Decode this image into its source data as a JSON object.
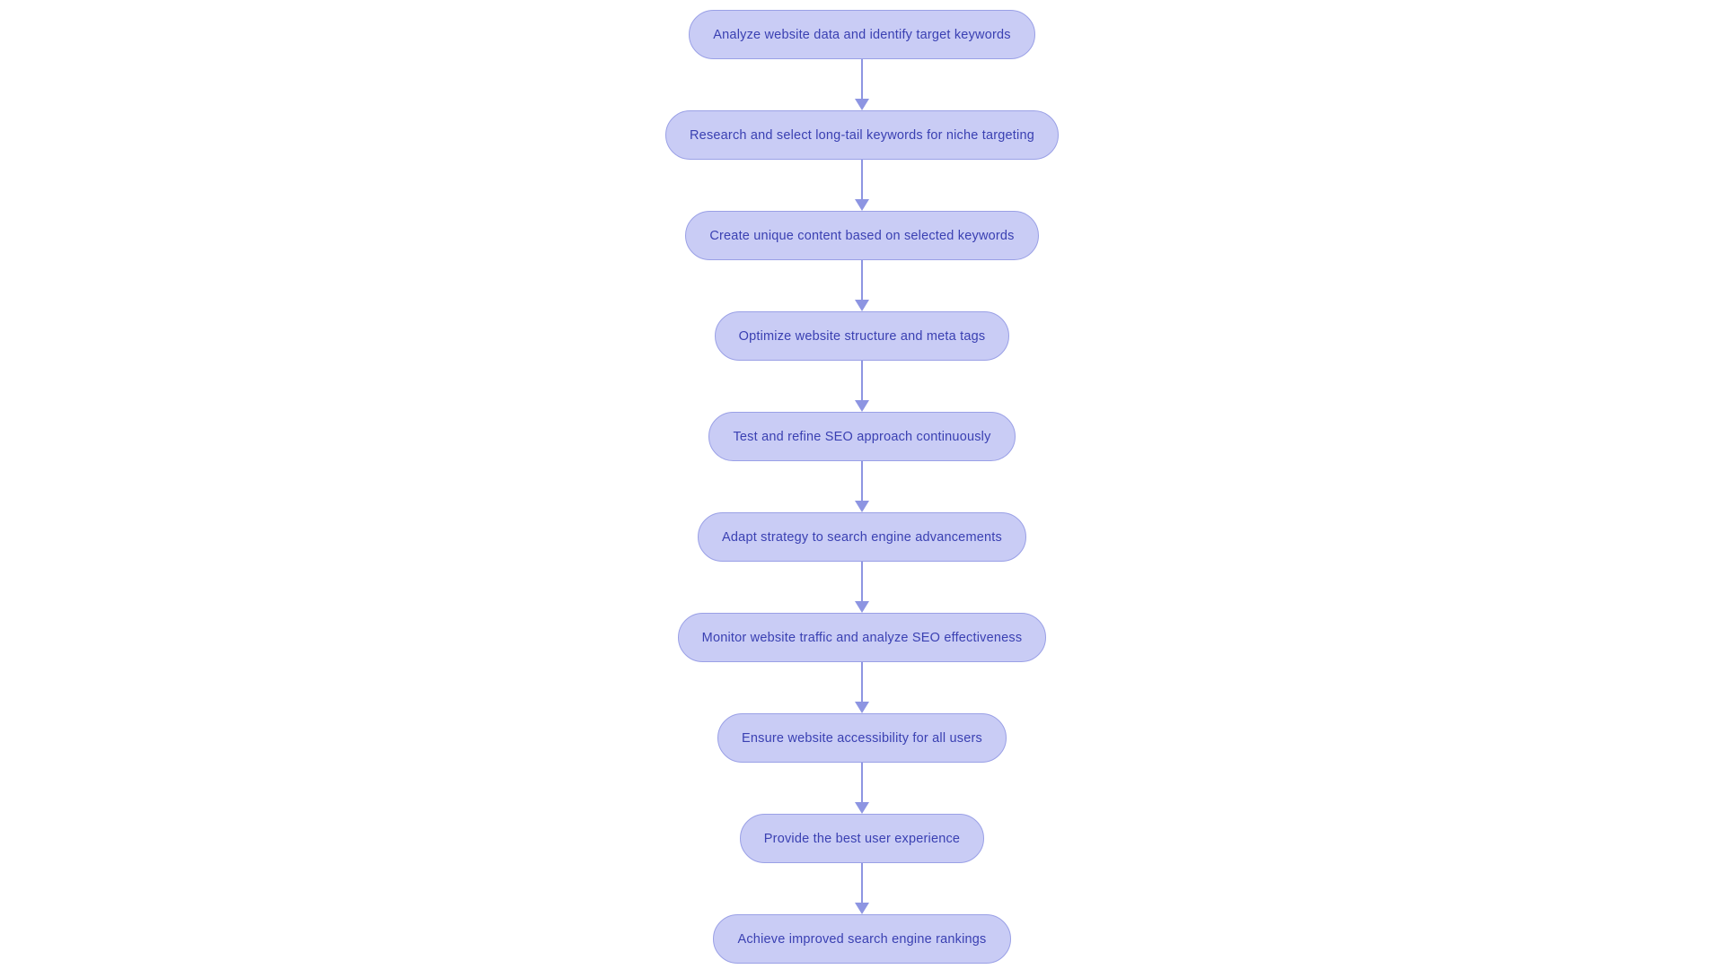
{
  "diagram": {
    "type": "flowchart",
    "direction": "top-down",
    "background_color": "#ffffff",
    "node_style": {
      "fill_color": "#c9ccf5",
      "border_color": "#9aa0e6",
      "text_color": "#3a40b2",
      "shape": "pill"
    },
    "arrow_color": "#8d95e2",
    "nodes": [
      {
        "id": "n1",
        "label": "Analyze website data and identify target keywords"
      },
      {
        "id": "n2",
        "label": "Research and select long-tail keywords for niche targeting"
      },
      {
        "id": "n3",
        "label": "Create unique content based on selected keywords"
      },
      {
        "id": "n4",
        "label": "Optimize website structure and meta tags"
      },
      {
        "id": "n5",
        "label": "Test and refine SEO approach continuously"
      },
      {
        "id": "n6",
        "label": "Adapt strategy to search engine advancements"
      },
      {
        "id": "n7",
        "label": "Monitor website traffic and analyze SEO effectiveness"
      },
      {
        "id": "n8",
        "label": "Ensure website accessibility for all users"
      },
      {
        "id": "n9",
        "label": "Provide the best user experience"
      },
      {
        "id": "n10",
        "label": "Achieve improved search engine rankings"
      }
    ],
    "edges": [
      {
        "from": "n1",
        "to": "n2"
      },
      {
        "from": "n2",
        "to": "n3"
      },
      {
        "from": "n3",
        "to": "n4"
      },
      {
        "from": "n4",
        "to": "n5"
      },
      {
        "from": "n5",
        "to": "n6"
      },
      {
        "from": "n6",
        "to": "n7"
      },
      {
        "from": "n7",
        "to": "n8"
      },
      {
        "from": "n8",
        "to": "n9"
      },
      {
        "from": "n9",
        "to": "n10"
      }
    ]
  }
}
